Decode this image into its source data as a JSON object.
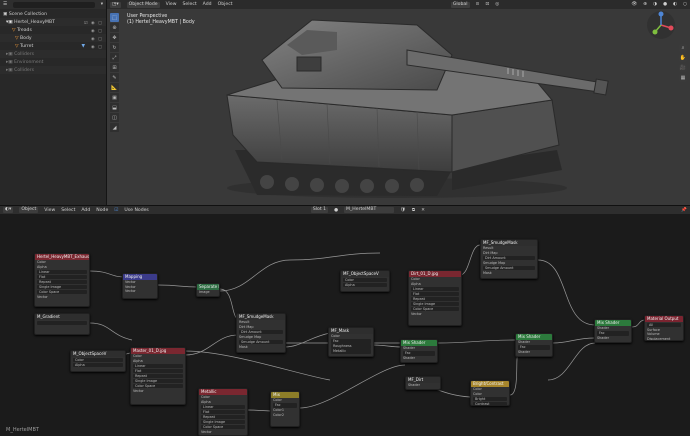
{
  "outliner": {
    "header": {
      "mode_icon": "outliner-icon",
      "search_placeholder": ""
    },
    "items": [
      {
        "label": "Scene Collection",
        "dim": false
      },
      {
        "label": "Hertel_HeavyMBT",
        "dim": false
      },
      {
        "label": "Treads",
        "dim": false
      },
      {
        "label": "Body",
        "dim": false
      },
      {
        "label": "Turret",
        "dim": false
      },
      {
        "label": "Colliders",
        "dim": true
      },
      {
        "label": "Environment",
        "dim": true
      },
      {
        "label": "Colliders",
        "dim": true
      }
    ]
  },
  "viewport": {
    "header": {
      "mode": "Object Mode",
      "view": "View",
      "select": "Select",
      "add": "Add",
      "object": "Object",
      "orientation": "Global"
    },
    "overlay_title": "User Perspective",
    "overlay_subtitle": "(1) Hertel_HeavyMBT | Body"
  },
  "node_editor": {
    "header": {
      "type": "Object",
      "view": "View",
      "select": "Select",
      "add": "Add",
      "node": "Node",
      "use_nodes": "Use Nodes",
      "slot": "Slot 1",
      "material": "M_HertelMBT"
    },
    "stamp": "M_HertelMBT",
    "nodes": [
      {
        "title": "Hertel_HeavyMBT_Exhaust.png",
        "rows": [
          "Color",
          "Alpha",
          "Linear",
          "Flat",
          "Repeat",
          "Single Image",
          "Color Space",
          "Vector"
        ]
      },
      {
        "title": "M_Gradient",
        "rows": []
      },
      {
        "title": "Mapping",
        "rows": [
          "Vector",
          "Vector",
          "Vector"
        ]
      },
      {
        "title": "M_ObjectSpaceV",
        "rows": [
          "Color",
          "Alpha"
        ]
      },
      {
        "title": "Master_01_D.jpg",
        "rows": [
          "Color",
          "Alpha",
          "Linear",
          "Flat",
          "Repeat",
          "Single Image",
          "Color Space",
          "Vector"
        ]
      },
      {
        "title": "Separate RGB",
        "rows": [
          "Image"
        ]
      },
      {
        "title": "MF_SmudgeMask",
        "rows": [
          "Result",
          "Dirt Map",
          "Dirt Amount",
          "Smudge Map",
          "Smudge Amount",
          "Mask"
        ]
      },
      {
        "title": "MF_ObjectSpaceV",
        "rows": [
          "Color",
          "Alpha"
        ]
      },
      {
        "title": "Dirt_01_D.jpg",
        "rows": [
          "Color",
          "Alpha",
          "Linear",
          "Flat",
          "Repeat",
          "Single Image",
          "Color Space",
          "Vector"
        ]
      },
      {
        "title": "MF_SmudgeMask",
        "rows": [
          "Result",
          "Dirt Map",
          "Dirt Amount",
          "Smudge Map",
          "Smudge Amount",
          "Mask"
        ]
      },
      {
        "title": "MF_Mask",
        "rows": [
          "Color",
          "Fac",
          "Roughness",
          "Metallic"
        ]
      },
      {
        "title": "Mix Shader",
        "rows": [
          "Shader",
          "Fac",
          "Shader",
          "Shader"
        ]
      },
      {
        "title": "Mix Shader",
        "rows": [
          "Shader",
          "Fac",
          "Shader",
          "Shader"
        ]
      },
      {
        "title": "Mix Shader",
        "rows": [
          "Shader",
          "Fac",
          "Shader",
          "Shader"
        ]
      },
      {
        "title": "Material Output",
        "rows": [
          "All",
          "Surface",
          "Volume",
          "Displacement"
        ]
      },
      {
        "title": "Metallic",
        "rows": [
          "Color",
          "Alpha",
          "Linear",
          "Flat",
          "Repeat",
          "Single Image",
          "Color Space",
          "Vector"
        ]
      },
      {
        "title": "Mix",
        "rows": [
          "Color",
          "Fac",
          "Color1",
          "Color2"
        ]
      },
      {
        "title": "MF_Dirt",
        "rows": [
          "Shader"
        ]
      },
      {
        "title": "Bright/Contrast",
        "rows": [
          "Color",
          "Color",
          "Bright",
          "Contrast"
        ]
      }
    ]
  }
}
